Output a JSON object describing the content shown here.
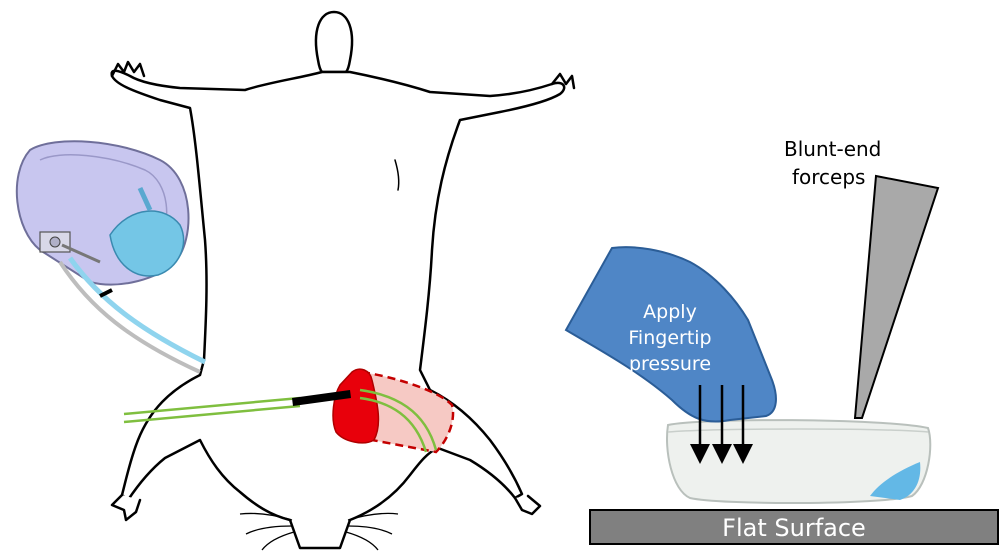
{
  "labels": {
    "forceps_line1": "Blunt-end",
    "forceps_line2": "forceps",
    "finger_line1": "Apply",
    "finger_line2": "Fingertip",
    "finger_line3": "pressure",
    "surface": "Flat Surface"
  },
  "colors": {
    "outline": "#000000",
    "finger_fill": "#4f86c6",
    "forceps_fill": "#a9a9a9",
    "surface_fill": "#808080",
    "catheter_green": "#7fbf3f",
    "red_region": "#e8000b",
    "pink_region": "#f6c9c4",
    "device_fill": "#c8c6ef",
    "device_blue": "#74c6e6",
    "tube_blue": "#8fd4ee"
  },
  "icons": {
    "animal": "mouse-outline",
    "device": "implantable-pump",
    "hand": "fingertip",
    "tool": "forceps"
  }
}
